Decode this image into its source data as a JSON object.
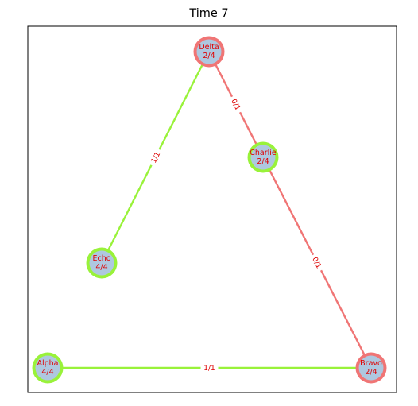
{
  "title": "Time 7",
  "colors": {
    "green": "#99f23a",
    "red": "#f07575",
    "node_fill": "#aec8e0",
    "label": "#e00000"
  },
  "nodes": [
    {
      "id": "delta",
      "name": "Delta",
      "value": "2/4",
      "ring": "red"
    },
    {
      "id": "charlie",
      "name": "Charlie",
      "value": "2/4",
      "ring": "green"
    },
    {
      "id": "echo",
      "name": "Echo",
      "value": "4/4",
      "ring": "green"
    },
    {
      "id": "alpha",
      "name": "Alpha",
      "value": "4/4",
      "ring": "green"
    },
    {
      "id": "bravo",
      "name": "Bravo",
      "value": "2/4",
      "ring": "red"
    }
  ],
  "edges": [
    {
      "id": "delta-echo",
      "from": "delta",
      "to": "echo",
      "label": "1/1",
      "color": "green"
    },
    {
      "id": "delta-charlie",
      "from": "delta",
      "to": "charlie",
      "label": "0/1",
      "color": "red"
    },
    {
      "id": "charlie-bravo",
      "from": "charlie",
      "to": "bravo",
      "label": "0/1",
      "color": "red"
    },
    {
      "id": "alpha-bravo",
      "from": "alpha",
      "to": "bravo",
      "label": "1/1",
      "color": "green"
    }
  ]
}
